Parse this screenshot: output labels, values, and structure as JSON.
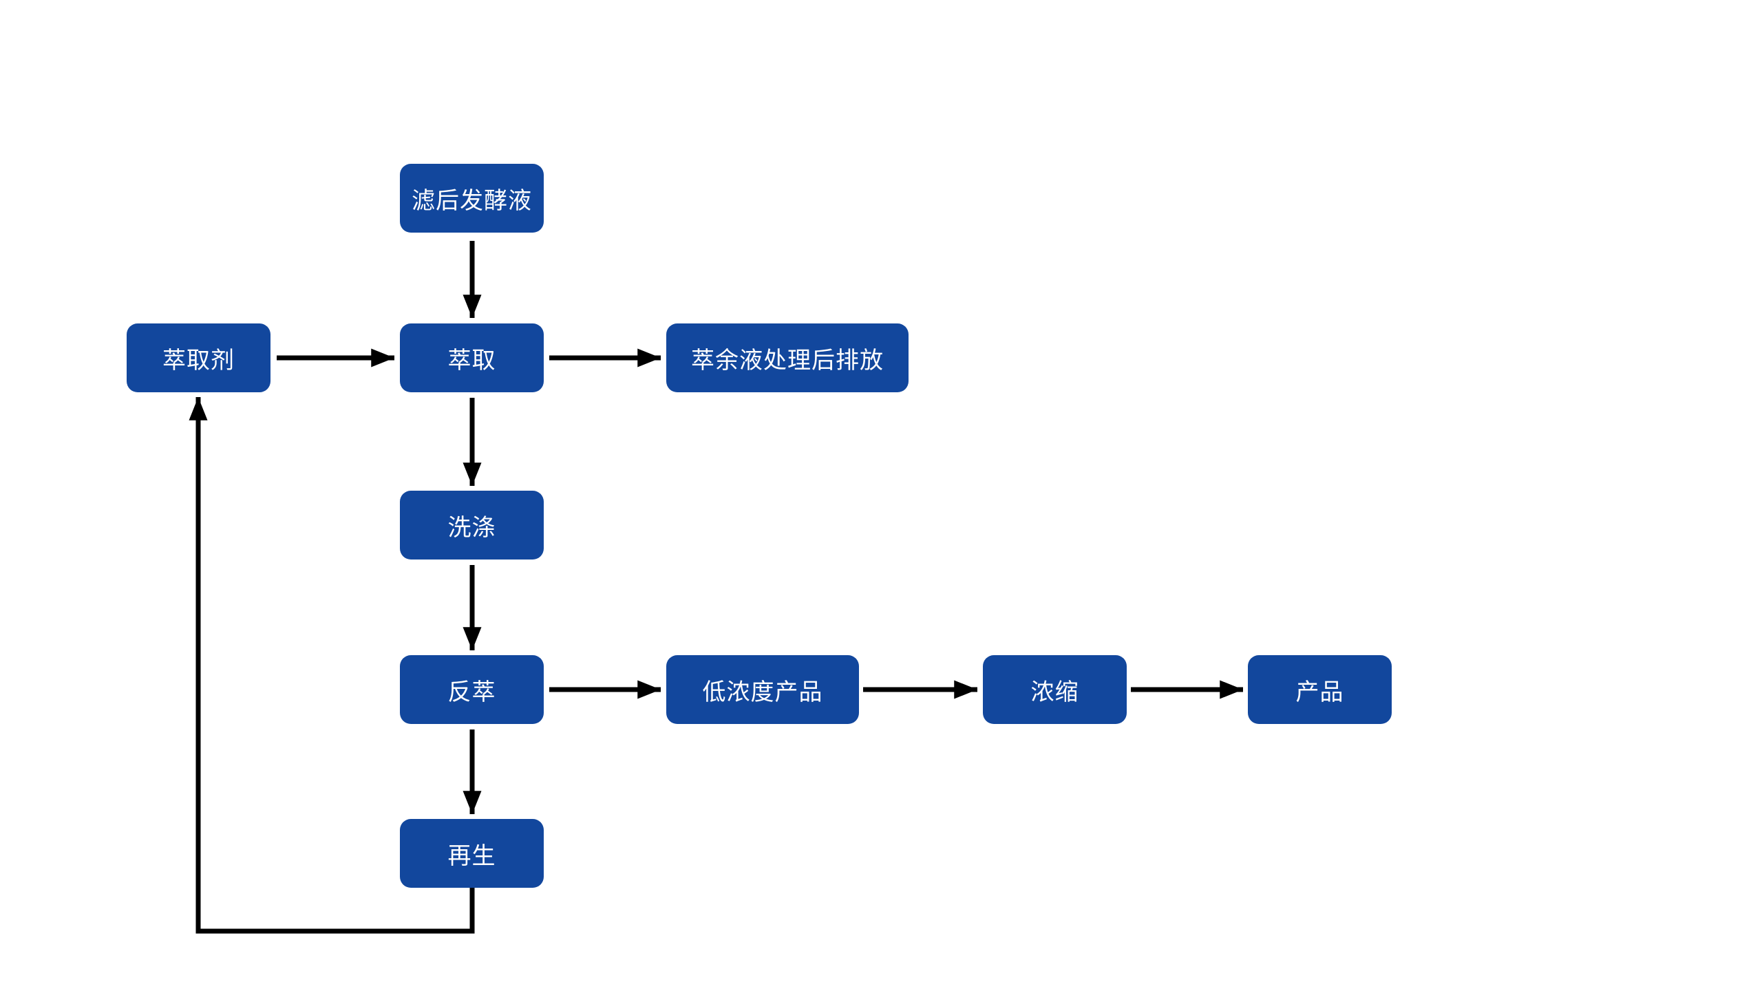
{
  "diagram": {
    "type": "flowchart",
    "colors": {
      "node_fill": "#12479d",
      "node_text": "#ffffff",
      "arrow": "#000000",
      "background": "#ffffff"
    },
    "nodes": [
      {
        "id": "filtered-fermentation-broth",
        "label": "滤后发酵液"
      },
      {
        "id": "extractant",
        "label": "萃取剂"
      },
      {
        "id": "extraction",
        "label": "萃取"
      },
      {
        "id": "raffinate-discharge",
        "label": "萃余液处理后排放"
      },
      {
        "id": "washing",
        "label": "洗涤"
      },
      {
        "id": "back-extraction",
        "label": "反萃"
      },
      {
        "id": "low-concentration-product",
        "label": "低浓度产品"
      },
      {
        "id": "concentration",
        "label": "浓缩"
      },
      {
        "id": "product",
        "label": "产品"
      },
      {
        "id": "regeneration",
        "label": "再生"
      }
    ],
    "edges": [
      {
        "from": "filtered-fermentation-broth",
        "to": "extraction"
      },
      {
        "from": "extractant",
        "to": "extraction"
      },
      {
        "from": "extraction",
        "to": "raffinate-discharge"
      },
      {
        "from": "extraction",
        "to": "washing"
      },
      {
        "from": "washing",
        "to": "back-extraction"
      },
      {
        "from": "back-extraction",
        "to": "low-concentration-product"
      },
      {
        "from": "low-concentration-product",
        "to": "concentration"
      },
      {
        "from": "concentration",
        "to": "product"
      },
      {
        "from": "back-extraction",
        "to": "regeneration"
      },
      {
        "from": "regeneration",
        "to": "extractant"
      }
    ]
  }
}
